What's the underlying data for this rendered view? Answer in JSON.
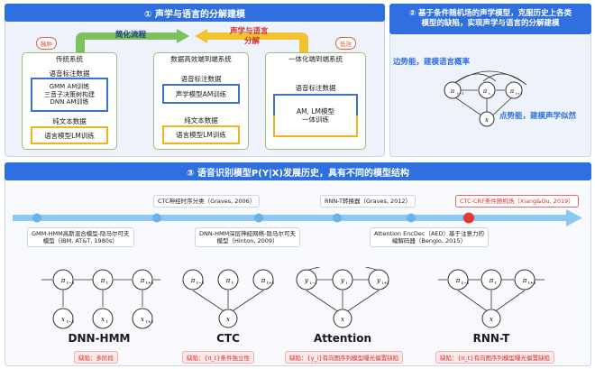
{
  "section1": {
    "title": "① 声学与语言的分解建模",
    "flow_simplify": "简化流程",
    "flow_decompose_1": "声学与语言",
    "flow_decompose_2": "分解",
    "tag_bloat": "臃肿",
    "tag_low": "低效",
    "traditional": {
      "title": "传统系统",
      "labeled_data": "语音标注数据",
      "am_box": [
        "GMM AM训练",
        "三音子决策树构建",
        "DNN AM训练"
      ],
      "text_data": "纯文本数据",
      "lm_box": "语言模型LM训练"
    },
    "efficient": {
      "title": "数据高效端到端系统",
      "labeled_data": "语音标注数据",
      "am_box": "声学模型AM训练",
      "text_data": "纯文本数据",
      "lm_box": "语言模型LM训练"
    },
    "unified": {
      "title": "一体化端到端系统",
      "labeled_data": "语音标注数据",
      "box": [
        "AM, LM模型",
        "一体训练"
      ]
    }
  },
  "section2": {
    "title_1": "② 基于条件随机场的声学模型，克服历史上各类",
    "title_2": "模型的缺陷，实现声学与语言的分解建模",
    "edge_potential": "边势能，建模语言概率",
    "node_potential": "点势能，建模声学似然",
    "nodes": [
      "π_{t-1}",
      "π_t",
      "π_{t+1}",
      "x"
    ]
  },
  "section3": {
    "title": "③ 语音识别模型P(Y|X)发展历史，具有不同的模型结构",
    "timeline": [
      {
        "text": [
          "GMM-HMM高斯混合模型-隐马尔可夫",
          "模型（IBM, AT&T, 1980s）"
        ],
        "highlight": false
      },
      {
        "text": [
          "CTC神经时序分类（Graves, 2006）"
        ],
        "highlight": false
      },
      {
        "text": [
          "DNN-HMM深层神经网络-隐马尔可夫",
          "模型（Hinton, 2009）"
        ],
        "highlight": false
      },
      {
        "text": [
          "RNN-T转换器（Graves, 2012）"
        ],
        "highlight": false
      },
      {
        "text": [
          "Attention EncDec（AED）基于注意力的",
          "编解码器（Bengio, 2015）"
        ],
        "highlight": false
      },
      {
        "text": [
          "CTC-CRF条件随机场（Xiang&Ou, 2019）"
        ],
        "highlight": true
      }
    ],
    "models": [
      {
        "name": "DNN-HMM",
        "flaw": "缺陷：多阶段"
      },
      {
        "name": "CTC",
        "flaw": "缺陷：{π_t}条件独立性"
      },
      {
        "name": "Attention",
        "flaw": "缺陷：{y_i}有向图序列模型曝光偏置缺陷"
      },
      {
        "name": "RNN-T",
        "flaw": "缺陷：{π_t}有向图序列模型曝光偏置缺陷"
      }
    ],
    "node_labels": {
      "pi_prev": "π_{t−1}",
      "pi": "π_t",
      "pi_next": "π_{t+1}",
      "x_prev": "x_{t−1}",
      "x": "x_t",
      "x_next": "x_{t+1}",
      "y_prev": "y_{i−1}",
      "y": "y_i",
      "y_next": "y_{i+1}",
      "x_single": "x"
    }
  },
  "colors": {
    "blue": "#2f6fe0",
    "red": "#e53935",
    "green": "#7cc15a",
    "yellow": "#f1b51c"
  }
}
